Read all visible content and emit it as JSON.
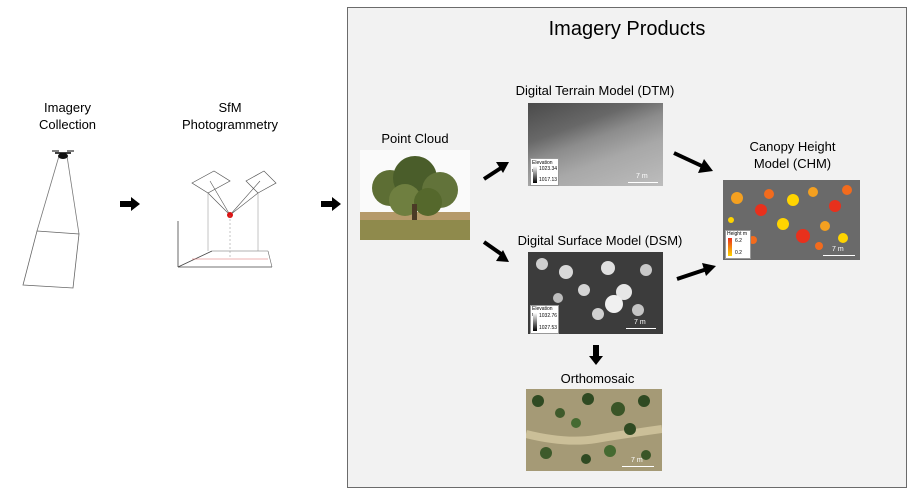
{
  "panel": {
    "title": "Imagery Products"
  },
  "steps": {
    "collection": {
      "line1": "Imagery",
      "line2": "Collection"
    },
    "sfm": {
      "line1": "SfM",
      "line2": "Photogrammetry"
    }
  },
  "products": {
    "point_cloud": "Point Cloud",
    "dtm": "Digital Terrain Model (DTM)",
    "dsm": "Digital Surface Model (DSM)",
    "chm_line1": "Canopy Height",
    "chm_line2": "Model (CHM)",
    "ortho": "Orthomosaic"
  },
  "dtm_map": {
    "legend_title": "Elevation m",
    "legend_high": "1023.34",
    "legend_low": "1017.13",
    "scale": "7 m"
  },
  "dsm_map": {
    "legend_title": "Elevation m",
    "legend_high": "1032.76",
    "legend_low": "1027.53",
    "scale": "7 m"
  },
  "chm_map": {
    "legend_title": "Height m",
    "legend_high": "6.2",
    "legend_low": "0.2",
    "scale": "7 m"
  },
  "ortho_map": {
    "scale": "7 m"
  },
  "colors": {
    "panel_bg": "#f2f2f2",
    "panel_border": "#6b6b6b",
    "arrow": "#000000",
    "chm_high": "#e8301c",
    "chm_low": "#ffd400"
  }
}
